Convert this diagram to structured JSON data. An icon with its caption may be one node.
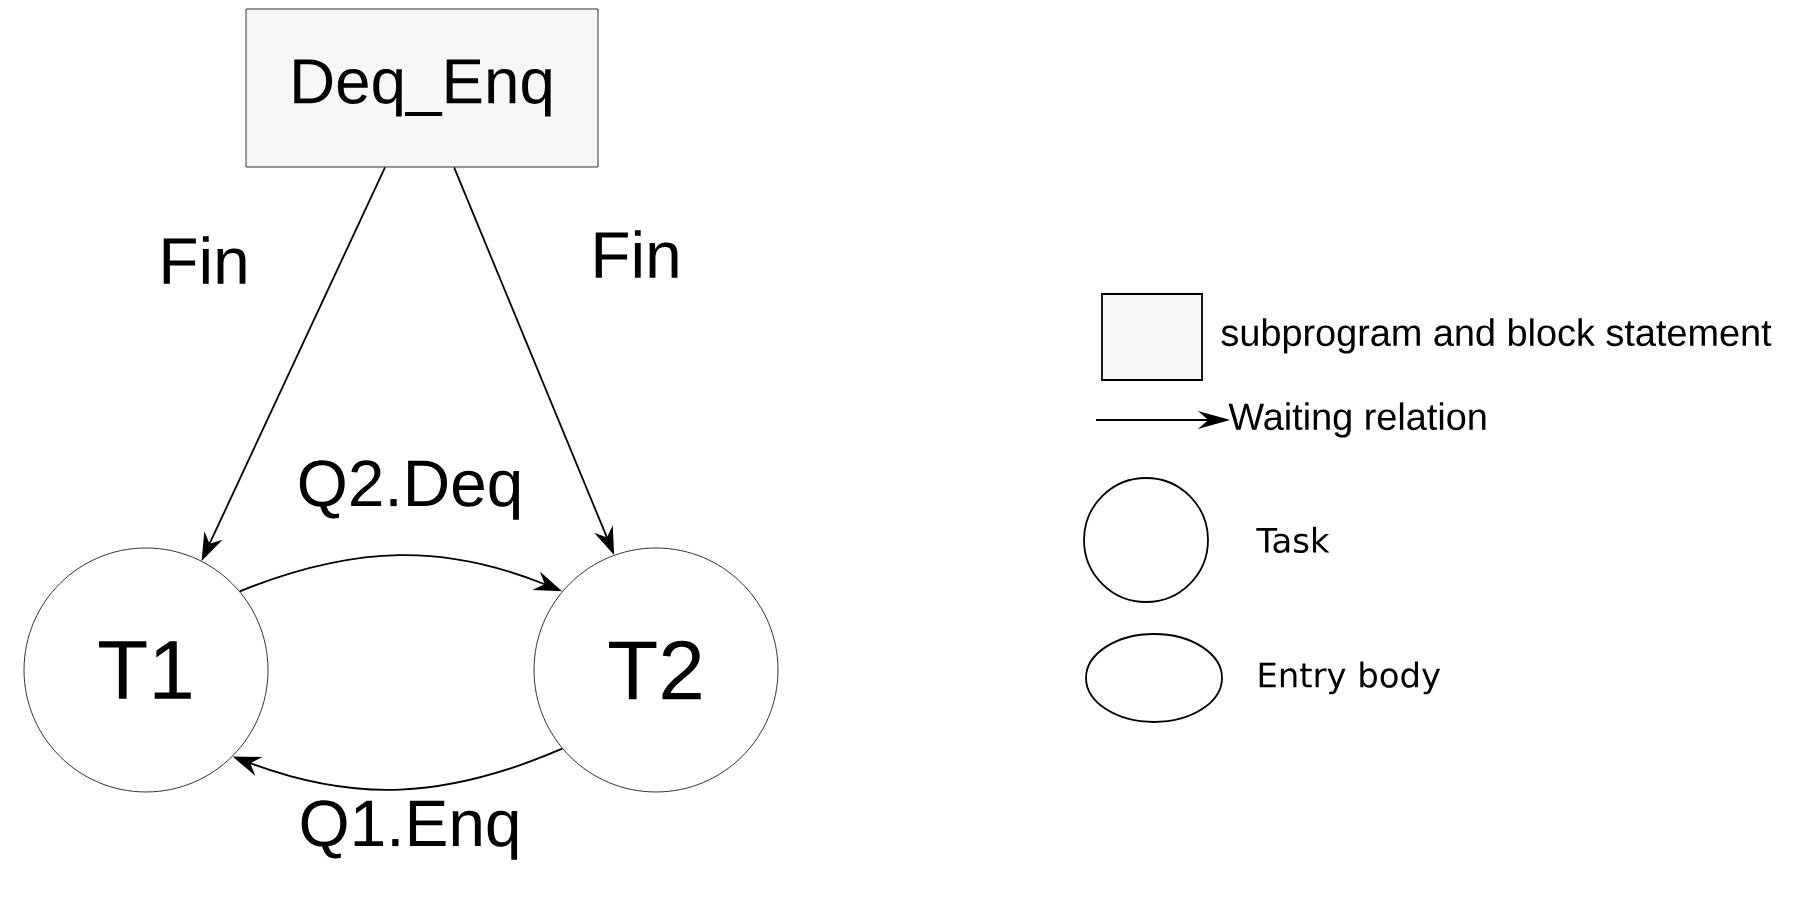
{
  "diagram": {
    "nodes": [
      {
        "text": [
          "Deq_Enq"
        ]
      },
      {
        "text": [
          "T1"
        ]
      },
      {
        "text": [
          "T2"
        ]
      }
    ],
    "edges": [
      {
        "from": 0,
        "to": 1,
        "arrow": "to",
        "label": "Fin"
      },
      {
        "from": 0,
        "to": 2,
        "arrow": "to",
        "label": "Fin"
      },
      {
        "from": 1,
        "to": 2,
        "arrow": "to",
        "label": "Q2.Deq"
      },
      {
        "from": 2,
        "to": 1,
        "arrow": "to",
        "label": "Q1.Enq"
      }
    ],
    "legend": [
      {
        "text": "subprogram and block statement"
      },
      {
        "text": "Waiting relation"
      },
      {
        "text": "Task"
      },
      {
        "text": "Entry body"
      }
    ]
  }
}
